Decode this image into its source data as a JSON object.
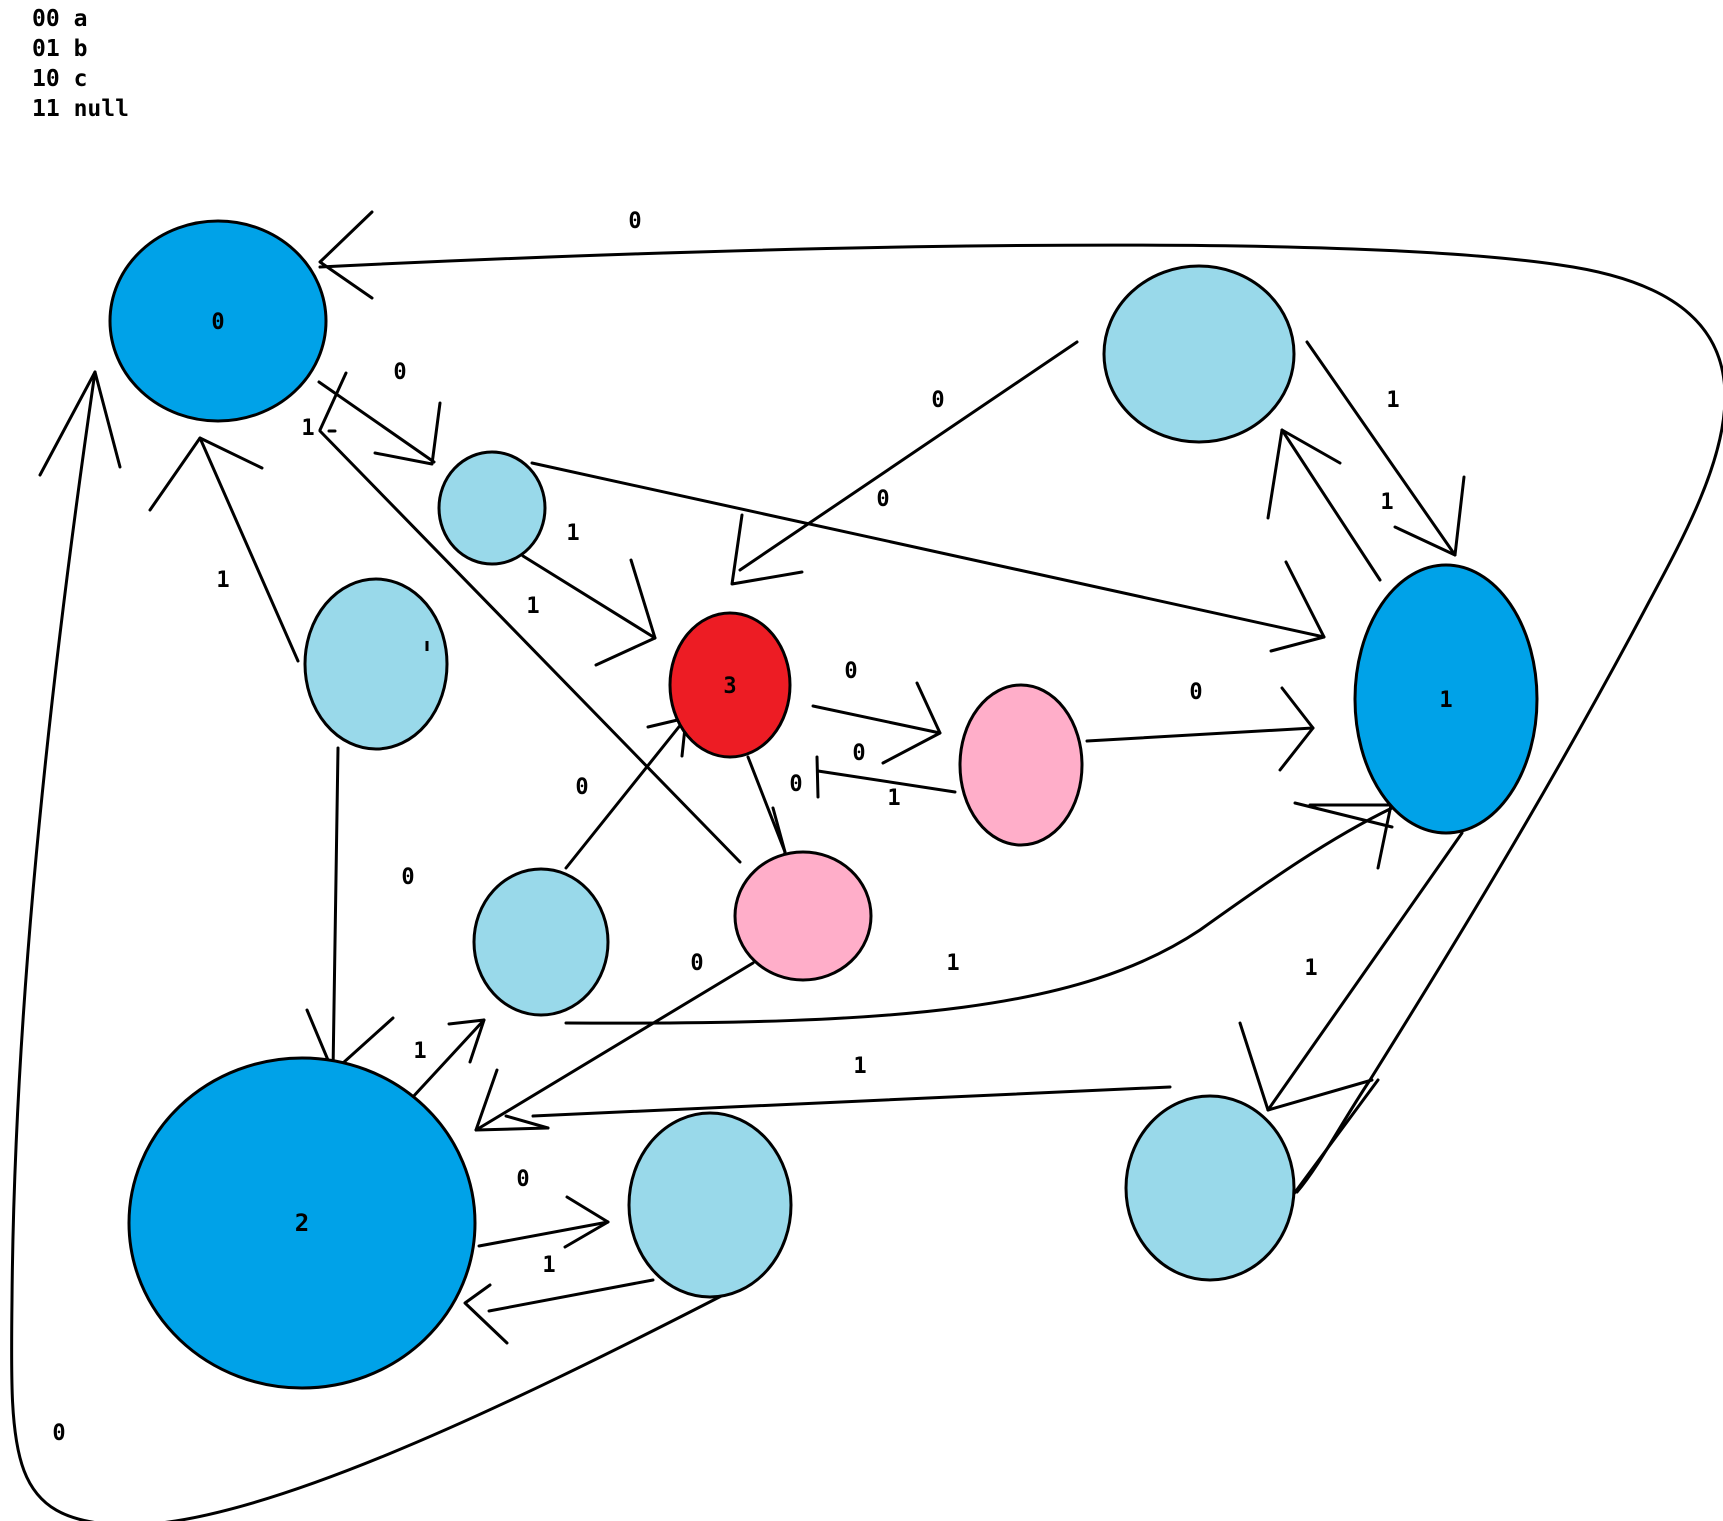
{
  "legend": [
    {
      "code": "00",
      "symbol": "a"
    },
    {
      "code": "01",
      "symbol": "b"
    },
    {
      "code": "10",
      "symbol": "c"
    },
    {
      "code": "11",
      "symbol": "null"
    }
  ],
  "colors": {
    "main_state": "#00a2e8",
    "intermediate_state": "#99d9ea",
    "pending_state": "#ffaec9",
    "accept_state": "#ed1c24",
    "stroke": "#000000"
  },
  "states": [
    {
      "id": "s0",
      "label": "0",
      "kind": "main_state"
    },
    {
      "id": "s1",
      "label": "1",
      "kind": "main_state"
    },
    {
      "id": "s2",
      "label": "2",
      "kind": "main_state"
    },
    {
      "id": "s3",
      "label": "3",
      "kind": "accept_state"
    },
    {
      "id": "n_a",
      "label": "",
      "kind": "intermediate_state"
    },
    {
      "id": "n_b",
      "label": "",
      "kind": "intermediate_state"
    },
    {
      "id": "n_c",
      "label": "",
      "kind": "intermediate_state"
    },
    {
      "id": "n_d",
      "label": "",
      "kind": "intermediate_state"
    },
    {
      "id": "n_e",
      "label": "",
      "kind": "intermediate_state"
    },
    {
      "id": "n_f",
      "label": "",
      "kind": "intermediate_state"
    },
    {
      "id": "p_a",
      "label": "",
      "kind": "pending_state"
    },
    {
      "id": "p_b",
      "label": "",
      "kind": "pending_state"
    }
  ],
  "transitions": [
    {
      "id": "t1",
      "label": "0"
    },
    {
      "id": "t2",
      "label": "0"
    },
    {
      "id": "t3",
      "label": "1"
    },
    {
      "id": "t4",
      "label": "1"
    },
    {
      "id": "t5",
      "label": "0"
    },
    {
      "id": "t6",
      "label": "1"
    },
    {
      "id": "t7",
      "label": "0"
    },
    {
      "id": "t8",
      "label": "1"
    },
    {
      "id": "t9",
      "label": "1"
    },
    {
      "id": "t10",
      "label": "0"
    },
    {
      "id": "t11",
      "label": "1"
    },
    {
      "id": "t12",
      "label": "0"
    },
    {
      "id": "t13",
      "label": "0"
    },
    {
      "id": "t14",
      "label": "1"
    },
    {
      "id": "t15",
      "label": "0"
    },
    {
      "id": "t16",
      "label": "0"
    },
    {
      "id": "t17",
      "label": "1"
    },
    {
      "id": "t18",
      "label": "0"
    },
    {
      "id": "t19",
      "label": "1"
    },
    {
      "id": "t20",
      "label": "1"
    },
    {
      "id": "t21",
      "label": "0"
    },
    {
      "id": "t22",
      "label": "1"
    },
    {
      "id": "t23",
      "label": "1"
    },
    {
      "id": "t24",
      "label": "0"
    },
    {
      "id": "t25",
      "label": "0"
    }
  ]
}
